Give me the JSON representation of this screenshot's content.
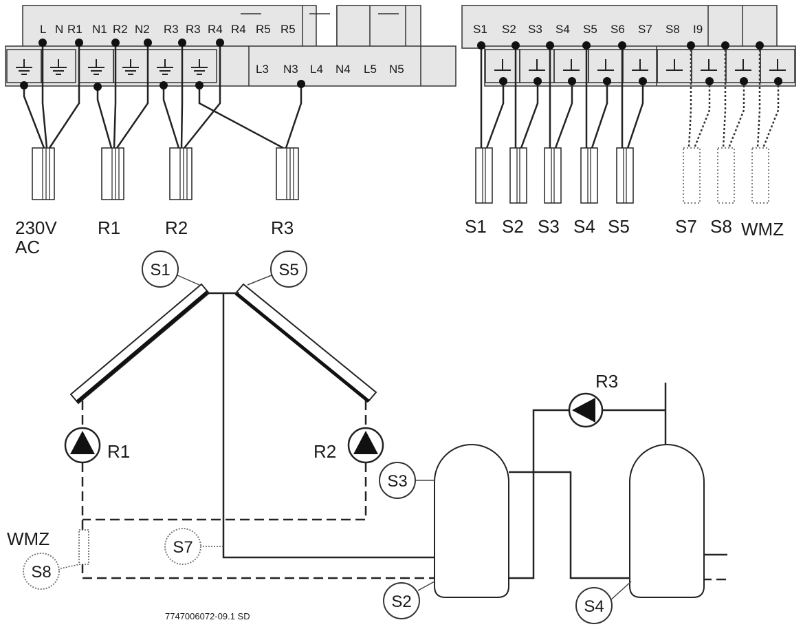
{
  "left_terminals": {
    "top_labels": [
      "L",
      "N",
      "R1",
      "N1",
      "R2",
      "N2",
      "R3",
      "R3",
      "R4",
      "R4",
      "R5",
      "R5"
    ],
    "bottom_labels": [
      "L3",
      "N3",
      "L4",
      "N4",
      "L5",
      "N5"
    ]
  },
  "right_terminals": {
    "top_labels": [
      "S1",
      "S2",
      "S3",
      "S4",
      "S5",
      "S6",
      "S7",
      "S8",
      "I9"
    ]
  },
  "cable_labels": {
    "power": [
      "230V",
      "AC"
    ],
    "r1": "R1",
    "r2": "R2",
    "r3": "R3",
    "s1": "S1",
    "s2": "S2",
    "s3": "S3",
    "s4": "S4",
    "s5": "S5",
    "s7": "S7",
    "s8": "S8",
    "wmz": "WMZ"
  },
  "schematic": {
    "sensors": {
      "s1": "S1",
      "s5": "S5",
      "s3": "S3",
      "s7": "S7",
      "s8": "S8",
      "s2": "S2",
      "s4": "S4"
    },
    "pumps": {
      "r1": "R1",
      "r2": "R2",
      "r3": "R3"
    },
    "wmz": "WMZ"
  },
  "document_code": "7747006072-09.1 SD"
}
